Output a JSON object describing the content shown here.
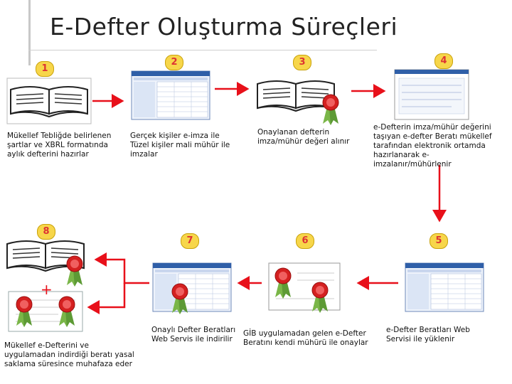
{
  "title": "E-Defter Oluşturma Süreçleri",
  "steps": [
    {
      "num": "1",
      "caption": "Mükellef Tebliğde belirlenen şartlar ve XBRL formatında aylık defterini hazırlar"
    },
    {
      "num": "2",
      "caption": "Gerçek kişiler e-imza ile Tüzel kişiler mali mühür ile imzalar"
    },
    {
      "num": "3",
      "caption": "Onaylanan defterin imza/mühür değeri alınır"
    },
    {
      "num": "4",
      "caption": "e-Defterin imza/mühür değerini taşıyan e-defter Beratı mükellef tarafından elektronik ortamda hazırlanarak e-imzalanır/mühürlenir"
    },
    {
      "num": "5",
      "caption": "e-Defter Beratları Web Servisi ile yüklenir"
    },
    {
      "num": "6",
      "caption": "GİB uygulamadan gelen e-Defter Beratını kendi mühürü ile onaylar"
    },
    {
      "num": "7",
      "caption": "Onaylı Defter Beratları Web Servis ile indirilir"
    },
    {
      "num": "8",
      "caption": "Mükellef e-Defterini ve uygulamadan indirdiği beratı yasal saklama süresince muhafaza eder"
    }
  ],
  "plus_sign": "+",
  "colors": {
    "arrow": "#e8101a",
    "badge_fill": "#f7d64a",
    "badge_number": "#d33333",
    "seal": "#d42020",
    "ribbon": "#7ab648"
  }
}
